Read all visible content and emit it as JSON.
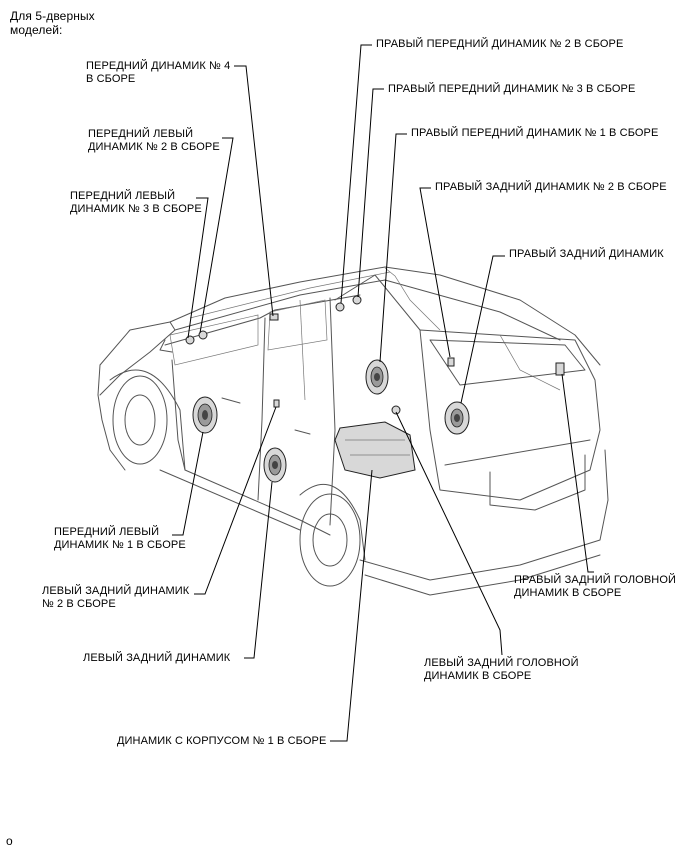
{
  "header": {
    "line1": "Для 5-дверных",
    "line2": "моделей:"
  },
  "footer": {
    "mark": "o"
  },
  "labels": {
    "front_speaker_4": [
      "ПЕРЕДНИЙ ДИНАМИК № 4",
      "В СБОРЕ"
    ],
    "front_left_2": [
      "ПЕРЕДНИЙ ЛЕВЫЙ",
      "ДИНАМИК № 2 В СБОРЕ"
    ],
    "front_left_3": [
      "ПЕРЕДНИЙ ЛЕВЫЙ",
      "ДИНАМИК № 3 В СБОРЕ"
    ],
    "right_front_2": "ПРАВЫЙ ПЕРЕДНИЙ ДИНАМИК № 2 В СБОРЕ",
    "right_front_3": "ПРАВЫЙ ПЕРЕДНИЙ ДИНАМИК № 3 В СБОРЕ",
    "right_front_1": "ПРАВЫЙ ПЕРЕДНИЙ ДИНАМИК № 1 В СБОРЕ",
    "right_rear_2": "ПРАВЫЙ ЗАДНИЙ ДИНАМИК № 2 В СБОРЕ",
    "right_rear": "ПРАВЫЙ ЗАДНИЙ ДИНАМИК",
    "front_left_1": [
      "ПЕРЕДНИЙ ЛЕВЫЙ",
      "ДИНАМИК № 1 В СБОРЕ"
    ],
    "left_rear_2": [
      "ЛЕВЫЙ ЗАДНИЙ ДИНАМИК",
      "№ 2 В СБОРЕ"
    ],
    "left_rear": "ЛЕВЫЙ ЗАДНИЙ ДИНАМИК",
    "right_rear_head": [
      "ПРАВЫЙ ЗАДНИЙ ГОЛОВНОЙ",
      "ДИНАМИК В СБОРЕ"
    ],
    "left_rear_head": [
      "ЛЕВЫЙ ЗАДНИЙ ГОЛОВНОЙ",
      "ДИНАМИК В СБОРЕ"
    ],
    "speaker_box_1": "ДИНАМИК С КОРПУСОМ № 1 В СБОРЕ"
  }
}
